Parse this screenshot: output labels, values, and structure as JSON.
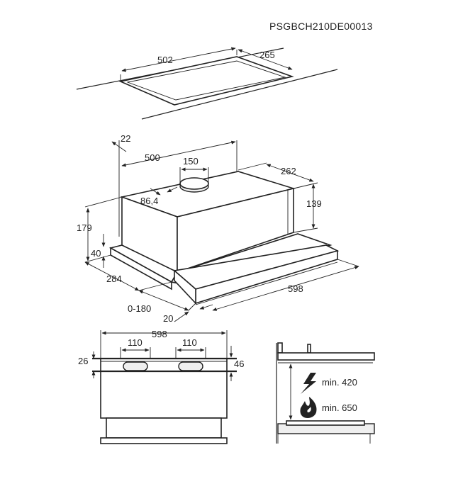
{
  "document_code": "PSGBCH210DE00013",
  "top_view": {
    "width": "502",
    "depth": "265"
  },
  "iso_view": {
    "offset_back": "22",
    "length": "500",
    "outlet": "150",
    "depth": "262",
    "front_gap": "86,4",
    "height_total": "179",
    "height_body": "139",
    "front_height": "40",
    "depth_front": "284",
    "extension": "0-180",
    "visor_thickness": "20",
    "width": "598"
  },
  "front_view": {
    "width": "598",
    "hole_left": "110",
    "hole_right": "110",
    "left_height": "26",
    "right_height": "46"
  },
  "clearance": {
    "electric_label": "min. 420",
    "gas_label": "min. 650",
    "electric_icon": "lightning-icon",
    "gas_icon": "flame-icon"
  }
}
